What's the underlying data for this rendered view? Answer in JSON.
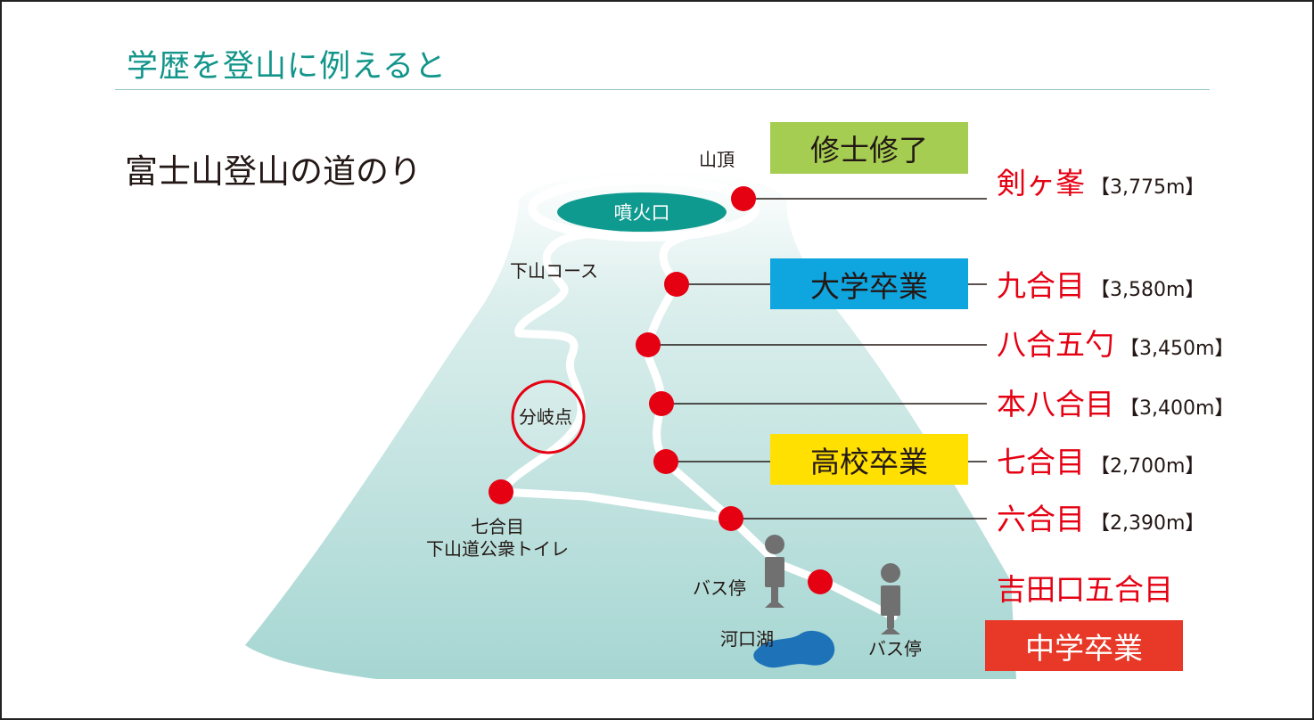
{
  "header": {
    "title": "学歴を登山に例えると",
    "subtitle": "富士山登山の道のり"
  },
  "colors": {
    "title": "#12958a",
    "mountain": "#a6d6d2",
    "crater": "#0e9a8e",
    "station_red": "#e50012",
    "masters_box": "#a5cd52",
    "university_box": "#0fa5df",
    "highschool_box": "#ffe000",
    "juniorhigh_box": "#e83828",
    "lake": "#1e73b8",
    "bus_stop": "#717071"
  },
  "map_labels": {
    "summit": "山頂",
    "crater": "噴火口",
    "descent_course": "下山コース",
    "junction": "分岐点",
    "descent_toilet_line1": "七合目",
    "descent_toilet_line2": "下山道公衆トイレ",
    "bus_stop_left": "バス停",
    "bus_stop_right": "バス停",
    "lake": "河口湖"
  },
  "education_stages": {
    "masters": "修士修了",
    "university": "大学卒業",
    "highschool": "高校卒業",
    "juniorhigh": "中学卒業"
  },
  "stations": [
    {
      "name": "剣ヶ峯",
      "elevation": "【3,775m】"
    },
    {
      "name": "九合目",
      "elevation": "【3,580m】"
    },
    {
      "name": "八合五勺",
      "elevation": "【3,450m】"
    },
    {
      "name": "本八合目",
      "elevation": "【3,400m】"
    },
    {
      "name": "七合目",
      "elevation": "【2,700m】"
    },
    {
      "name": "六合目",
      "elevation": "【2,390m】"
    },
    {
      "name": "吉田口五合目",
      "elevation": ""
    }
  ]
}
